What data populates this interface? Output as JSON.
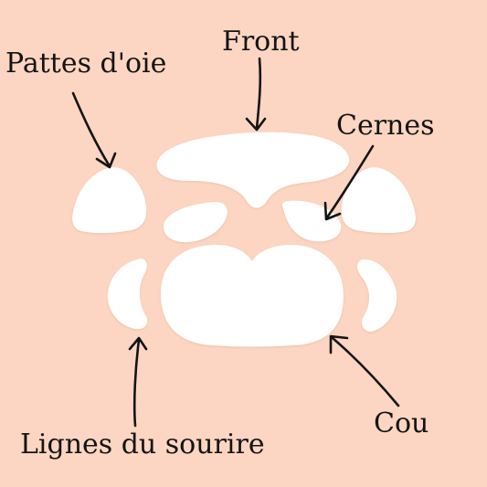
{
  "labels": {
    "pattes_doie": "Pattes d'oie",
    "front": "Front",
    "cernes": "Cernes",
    "cou": "Cou",
    "lignes_du_sourire": "Lignes du sourire"
  },
  "colors": {
    "background": "#fcd6c2",
    "patch": "#ffffff",
    "ink": "#141414"
  }
}
